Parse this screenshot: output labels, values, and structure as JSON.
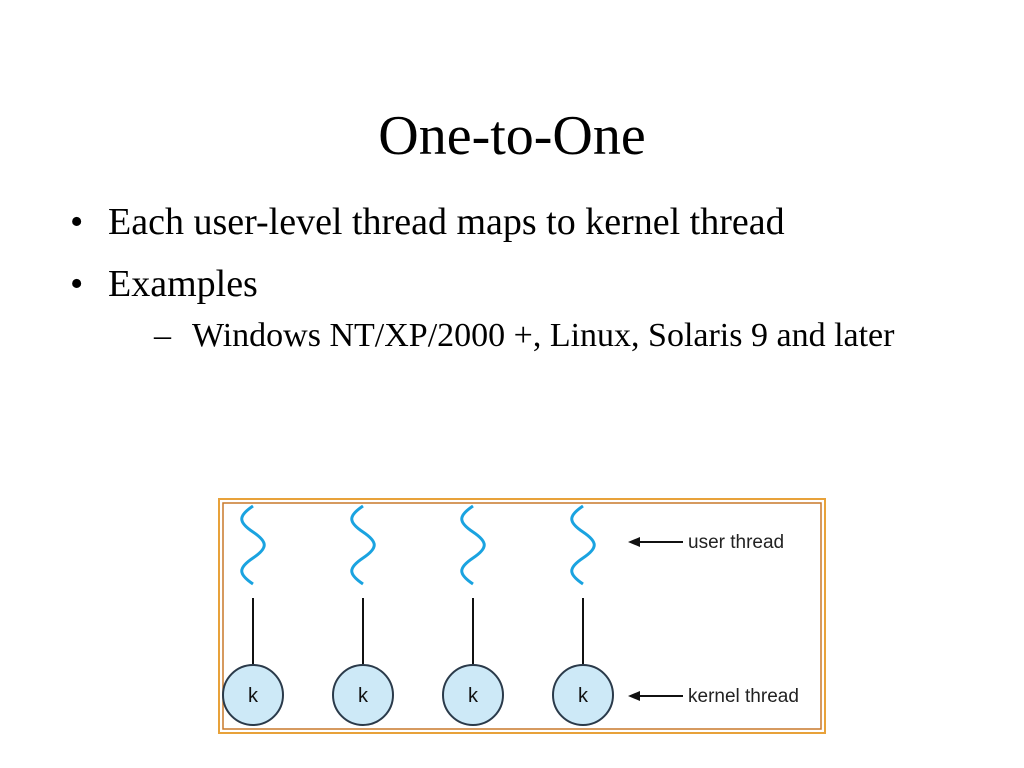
{
  "slide": {
    "title": "One-to-One",
    "bullets": [
      {
        "marker": "•",
        "text": "Each user-level thread maps to kernel thread"
      },
      {
        "marker": "•",
        "text": "Examples"
      }
    ],
    "sub_bullets": [
      {
        "marker": "–",
        "text": "Windows NT/XP/2000 +,  Linux, Solaris 9 and later"
      }
    ]
  },
  "diagram": {
    "user_thread_label": "user thread",
    "kernel_thread_label": "kernel thread",
    "kernel_node_label": "k",
    "kernel_nodes": [
      "k",
      "k",
      "k",
      "k"
    ],
    "colors": {
      "frame_outer": "#e8a23a",
      "frame_inner": "#c8782a",
      "wave": "#1aa3e0",
      "node_fill": "#cde9f7",
      "node_stroke": "#2a3a4a"
    }
  }
}
